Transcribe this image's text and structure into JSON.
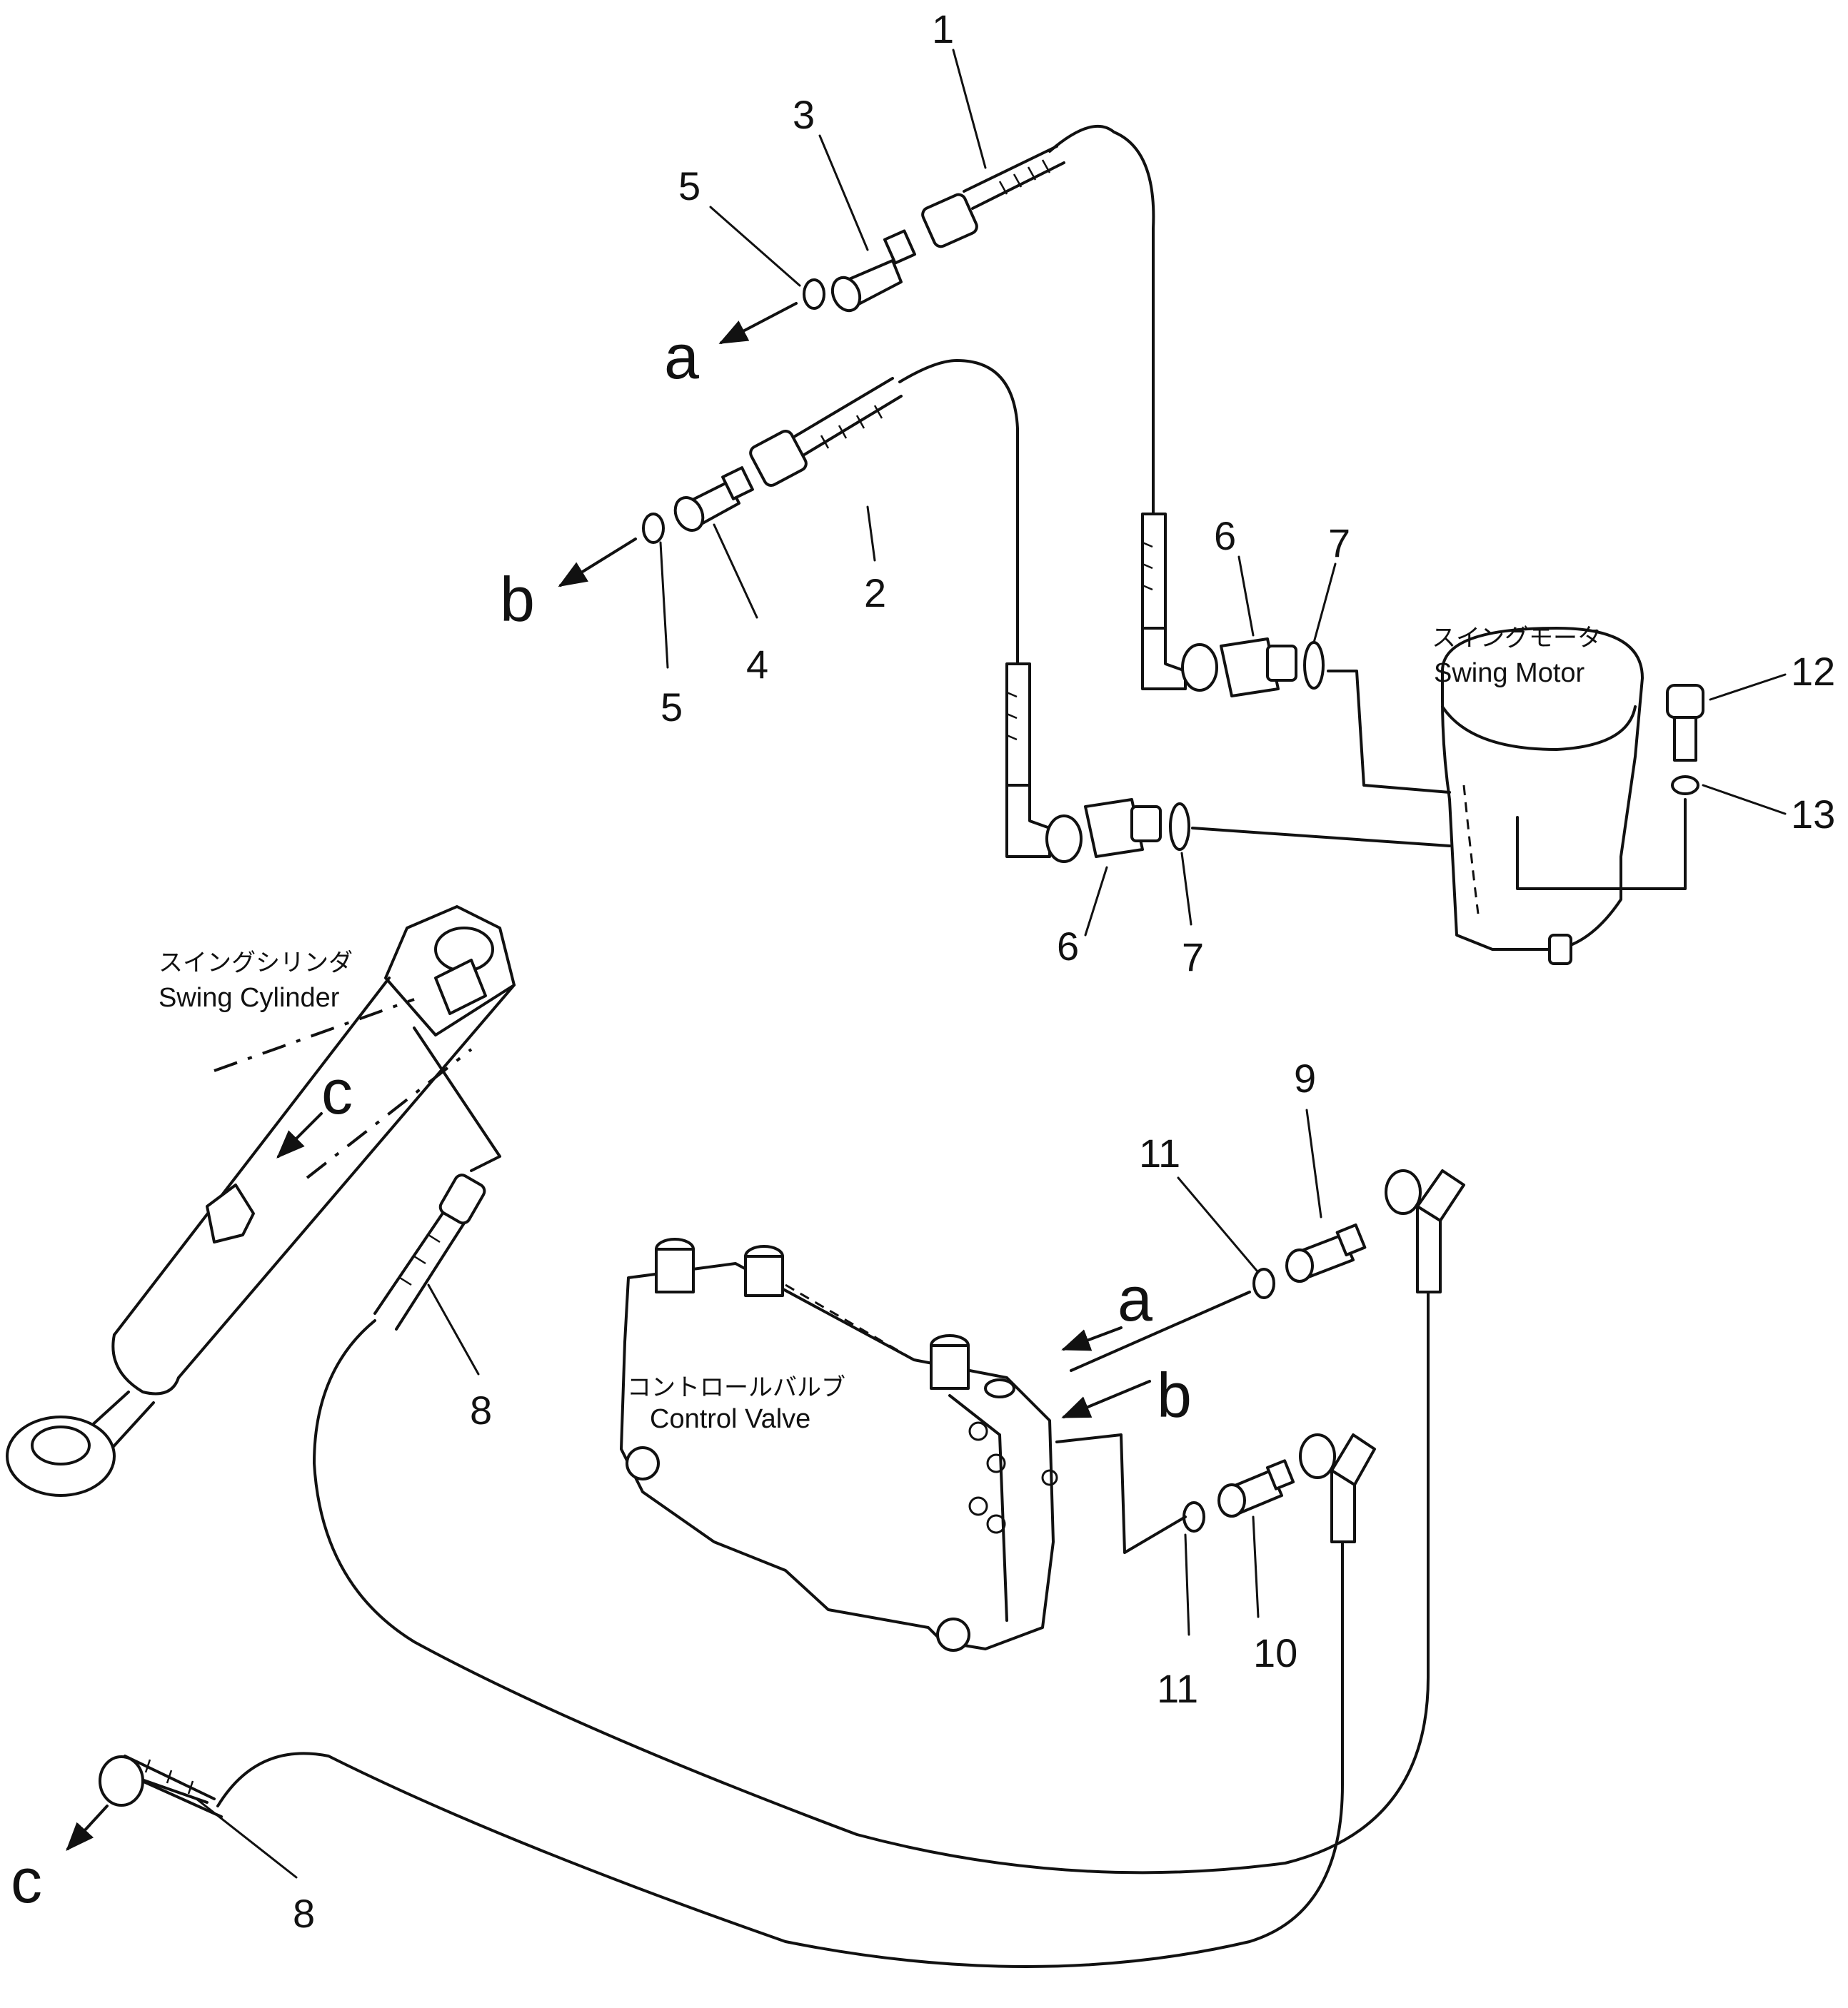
{
  "parts": {
    "p1": "1",
    "p2": "2",
    "p3": "3",
    "p4": "4",
    "p5": "5",
    "p6": "6",
    "p7": "7",
    "p8": "8",
    "p9": "9",
    "p10": "10",
    "p11": "11",
    "p12": "12",
    "p13": "13"
  },
  "ports": {
    "a": "a",
    "b": "b",
    "c": "c"
  },
  "components": {
    "swing_motor_jp": "スイングモータ",
    "swing_motor_en": "Swing Motor",
    "swing_cylinder_jp": "スイングシリンダ",
    "swing_cylinder_en": "Swing Cylinder",
    "control_valve_jp": "コントロールバルブ",
    "control_valve_en": "Control Valve"
  }
}
